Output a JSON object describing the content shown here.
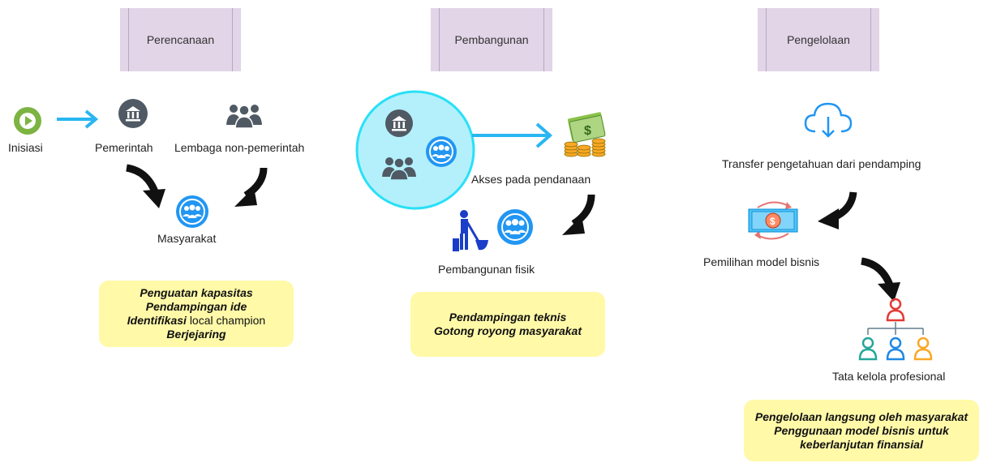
{
  "phases": {
    "planning": "Perencanaan",
    "building": "Pembangunan",
    "managing": "Pengelolaan"
  },
  "labels": {
    "inisiasi": "Inisiasi",
    "pemerintah": "Pemerintah",
    "lembaga": "Lembaga non-pemerintah",
    "masyarakat": "Masyarakat",
    "akses": "Akses pada pendanaan",
    "fisik": "Pembangunan fisik",
    "transfer": "Transfer pengetahuan dari pendamping",
    "model": "Pemilihan model bisnis",
    "tata": "Tata kelola profesional"
  },
  "notes": {
    "planning": {
      "line1": "Penguatan kapasitas",
      "line2": "Pendampingan ide",
      "line3a": "Identifikasi ",
      "line3b": "local champion",
      "line4": "Berjejaring"
    },
    "building": {
      "line1": "Pendampingan teknis",
      "line2": "Gotong royong masyarakat"
    },
    "managing": {
      "line1": "Pengelolaan langsung oleh masyarakat",
      "line2": "Penggunaan model bisnis untuk",
      "line3": "keberlanjutan finansial"
    }
  },
  "colors": {
    "phase_fill": "#e1d5e7",
    "note_fill": "#fff9a8",
    "arrow_blue": "#29b6f2",
    "icon_dark": "#505a64",
    "icon_blue": "#2196f3",
    "start_green": "#7cb342",
    "circle_fill": "#b3f0fb"
  }
}
